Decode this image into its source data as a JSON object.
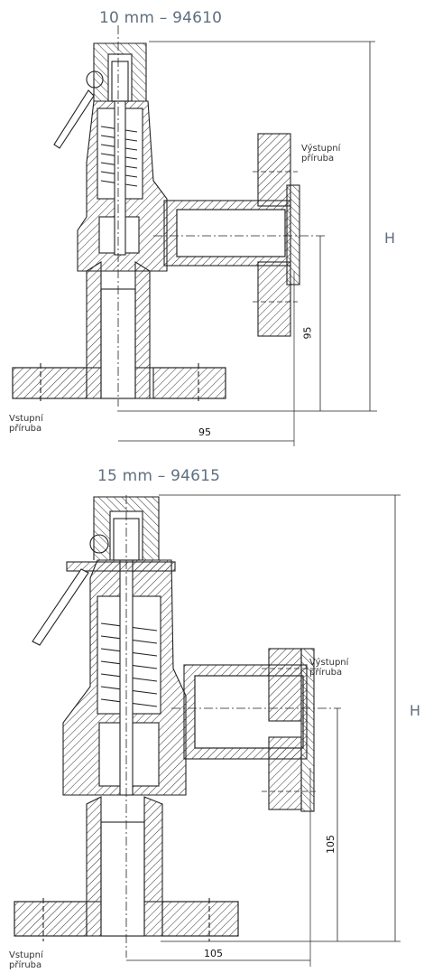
{
  "diagram1": {
    "title": "10 mm  – 94610",
    "outlet_label": [
      "Výstupní",
      "příruba"
    ],
    "inlet_label": [
      "Vstupní",
      "příruba"
    ],
    "height_label": "H",
    "dim_vertical": "95",
    "dim_horizontal": "95"
  },
  "diagram2": {
    "title": "15 mm  – 94615",
    "outlet_label": [
      "Výstupní",
      "příruba"
    ],
    "inlet_label": [
      "Vstupní",
      "příruba"
    ],
    "height_label": "H",
    "dim_vertical": "105",
    "dim_horizontal": "105"
  },
  "colors": {
    "line": "#222222",
    "hatch": "#333333",
    "title": "#5f6f80"
  }
}
